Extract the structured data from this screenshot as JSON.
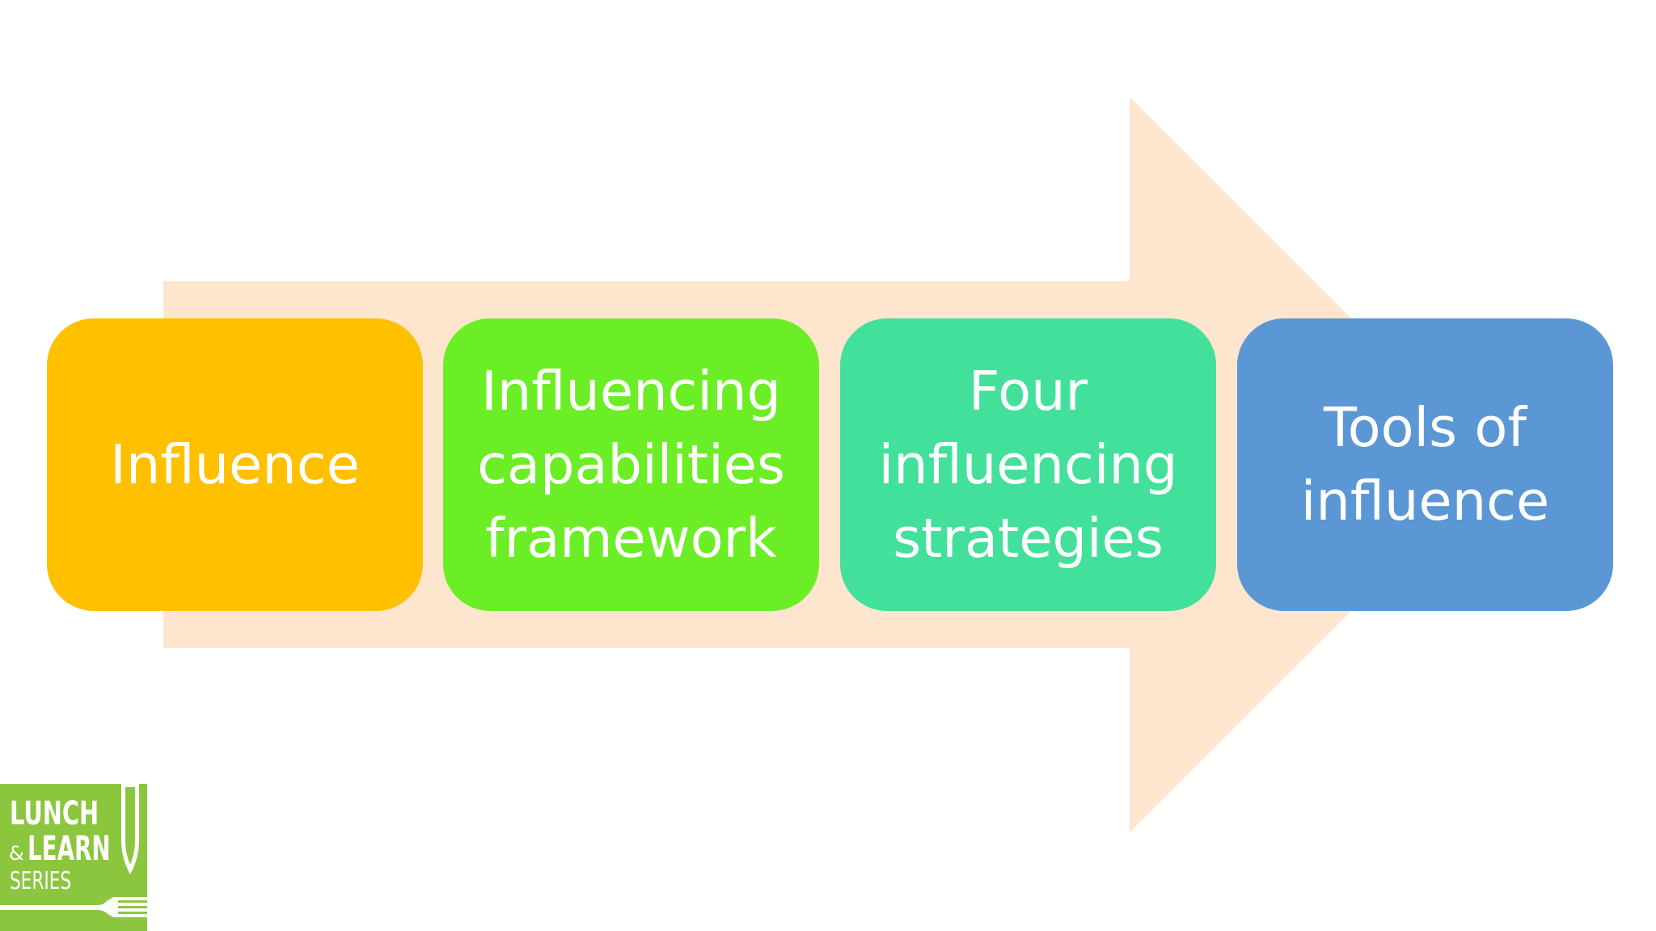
{
  "colors": {
    "arrow": "#fde6cd",
    "box_1": "#ffc000",
    "box_2": "#6cee26",
    "box_3": "#43e09b",
    "box_4": "#5b97d5",
    "logo_green": "#8cc63f",
    "text": "#ffffff"
  },
  "steps": [
    {
      "label": "Influence"
    },
    {
      "label": "Influencing capabilities framework"
    },
    {
      "label": "Four influencing strategies"
    },
    {
      "label": "Tools of influence"
    }
  ],
  "logo": {
    "line1": "LUNCH",
    "ampersand": "&",
    "line2": "LEARN",
    "line3": "SERIES",
    "icon": "fork-and-knife-icon"
  }
}
